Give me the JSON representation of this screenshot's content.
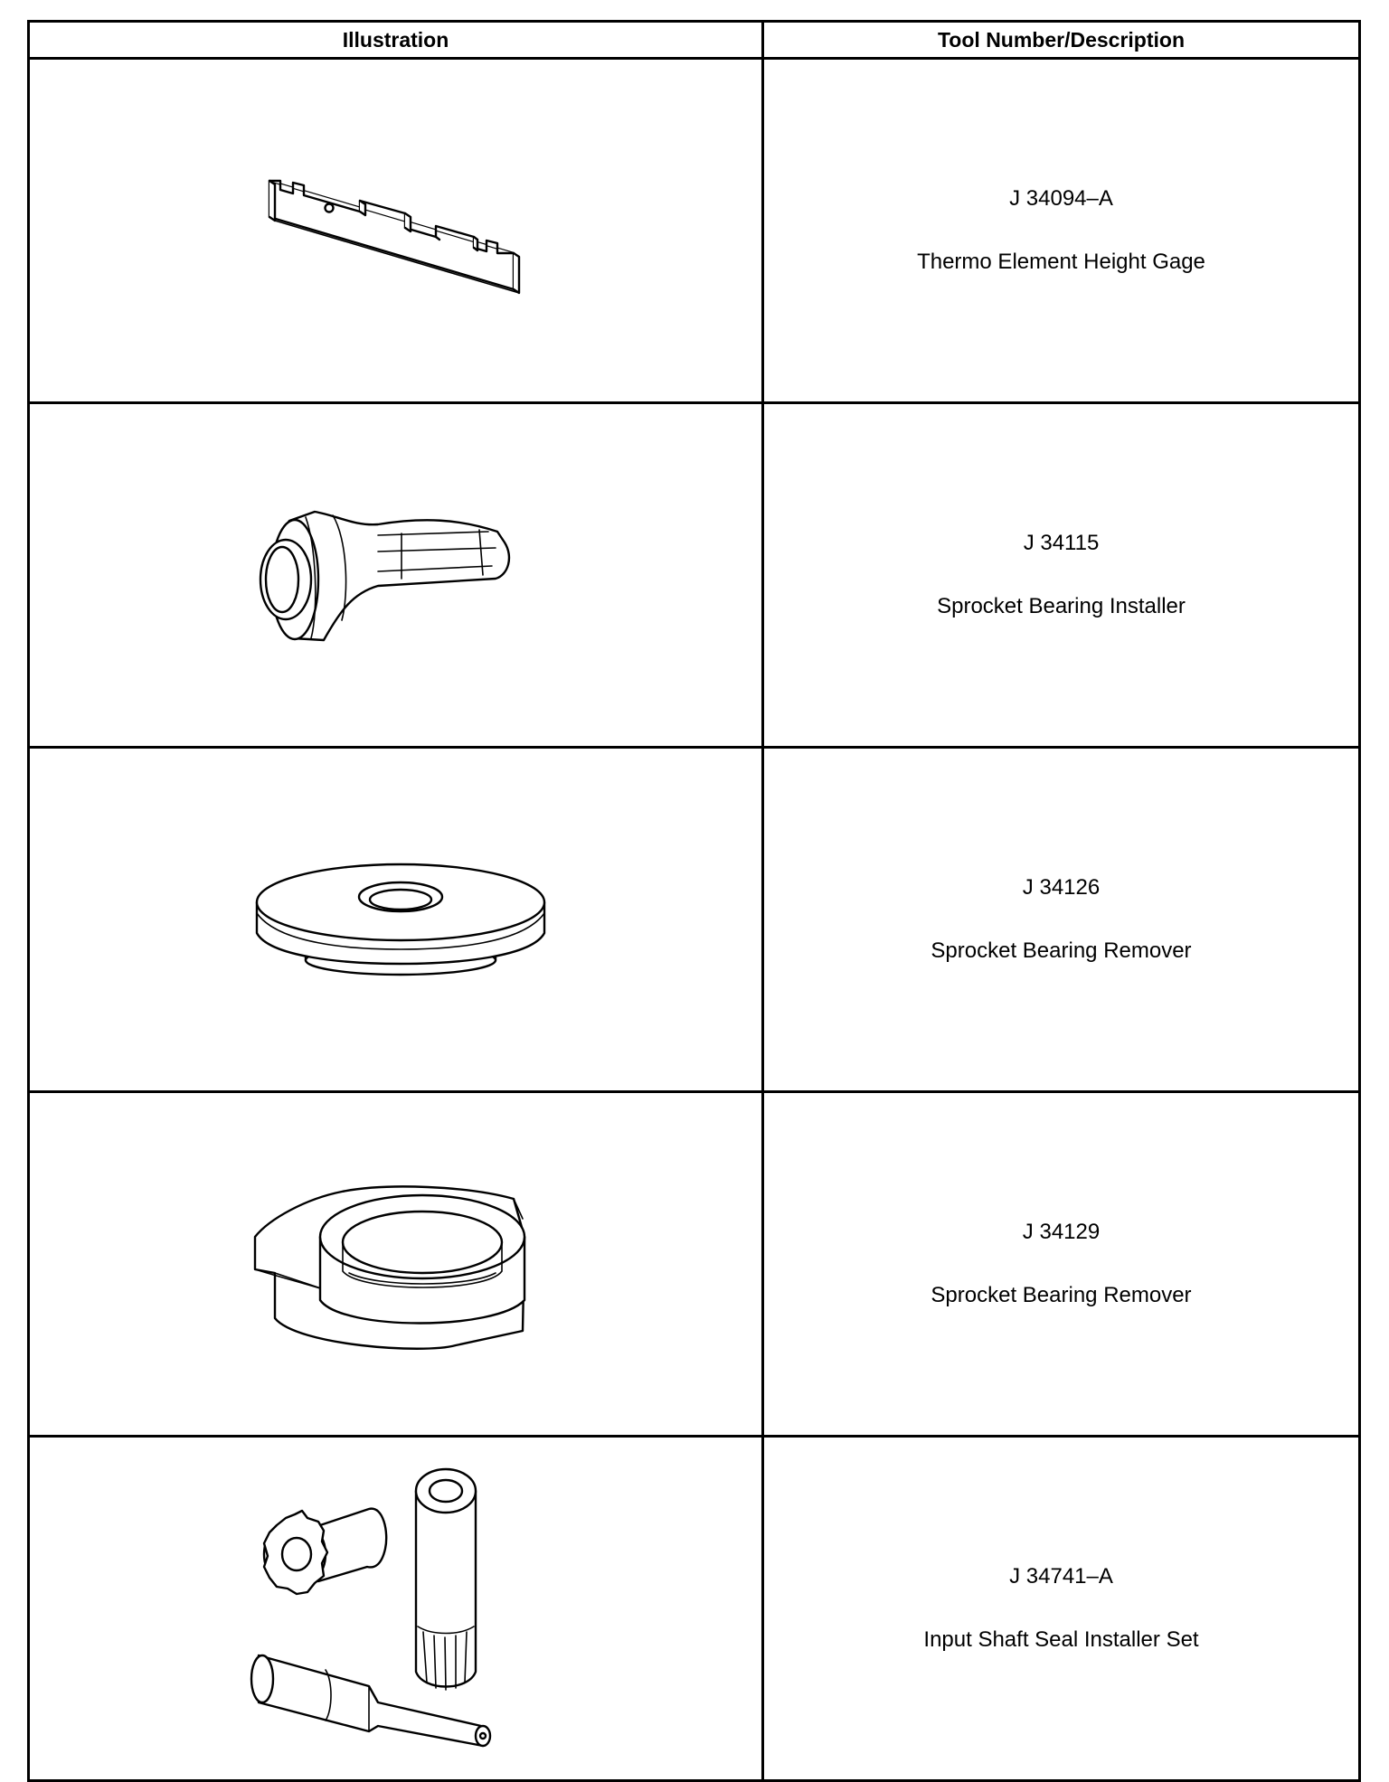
{
  "table": {
    "headers": {
      "illustration": "Illustration",
      "tool": "Tool Number/Description"
    },
    "rows": [
      {
        "number": "J 34094–A",
        "description": "Thermo Element Height Gage",
        "icon": "height-gage-icon"
      },
      {
        "number": "J 34115",
        "description": "Sprocket Bearing Installer",
        "icon": "bearing-installer-icon"
      },
      {
        "number": "J 34126",
        "description": "Sprocket Bearing Remover",
        "icon": "bearing-remover-disc-icon"
      },
      {
        "number": "J 34129",
        "description": "Sprocket Bearing Remover",
        "icon": "bearing-remover-cup-icon"
      },
      {
        "number": "J 34741–A",
        "description": "Input Shaft Seal Installer Set",
        "icon": "seal-installer-set-icon"
      }
    ]
  }
}
